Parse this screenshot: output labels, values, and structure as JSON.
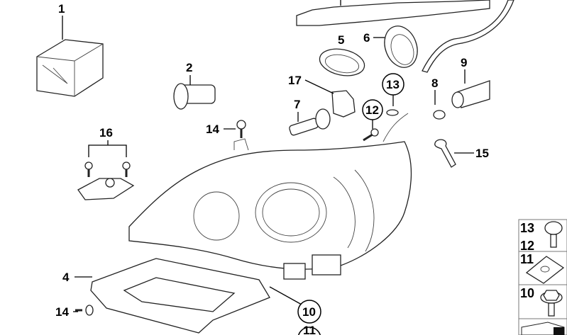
{
  "diagram": {
    "callouts": {
      "c1": "1",
      "c2": "2",
      "c4": "4",
      "c5": "5",
      "c6": "6",
      "c7": "7",
      "c8": "8",
      "c9": "9",
      "c12": "12",
      "c13": "13",
      "c14a": "14",
      "c14b": "14",
      "c15": "15",
      "c16": "16",
      "c17": "17",
      "c10": "10",
      "c11": "11"
    },
    "legend": {
      "r1a": "13",
      "r1b": "12",
      "r2": "11",
      "r3": "10"
    }
  }
}
